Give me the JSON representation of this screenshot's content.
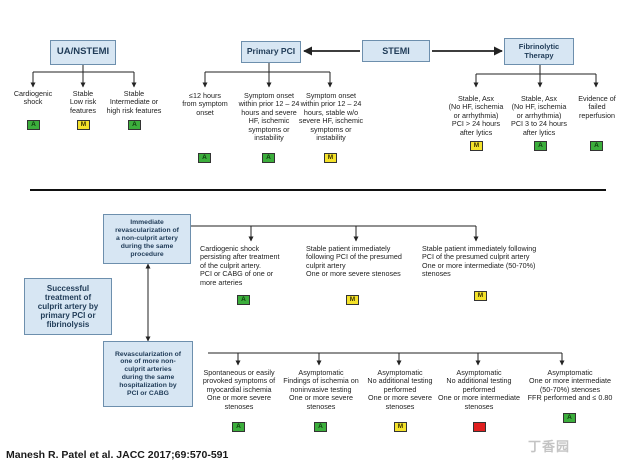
{
  "top": {
    "headers": {
      "ua_nstemi": "UA/NSTEMI",
      "primary_pci": "Primary PCI",
      "stemi": "STEMI",
      "fibrinolytic": "Fibrinolytic\nTherapy"
    },
    "items": [
      {
        "label": "Cardiogenic\nshock",
        "rating": "A",
        "color": "green"
      },
      {
        "label": "Stable\nLow risk\nfeatures",
        "rating": "M",
        "color": "yellow"
      },
      {
        "label": "Stable\nIntermediate or\nhigh risk features",
        "rating": "A",
        "color": "green"
      },
      {
        "label": "≤12 hours\nfrom symptom\nonset",
        "rating": "A",
        "color": "green"
      },
      {
        "label": "Symptom onset\nwithin prior 12 – 24\nhours and severe\nHF, ischemic\nsymptoms or\ninstability",
        "rating": "A",
        "color": "green"
      },
      {
        "label": "Symptom onset\nwithin prior 12 – 24\nhours, stable w/o\nsevere HF, ischemic\nsymptoms or\ninstability",
        "rating": "M",
        "color": "yellow"
      },
      {
        "label": "Stable, Asx\n(No HF, ischemia\nor arrhythmia)\nPCI > 24 hours\nafter lytics",
        "rating": "M",
        "color": "yellow"
      },
      {
        "label": "Stable, Asx\n(No HF, ischemia\nor arrhythmia)\nPCI 3 to 24 hours\nafter lytics",
        "rating": "A",
        "color": "green"
      },
      {
        "label": "Evidence of\nfailed\nreperfusion",
        "rating": "A",
        "color": "green"
      }
    ]
  },
  "bottom": {
    "successful": "Successful\ntreatment of\nculprit artery by\nprimary PCI or\nfibrinolysis",
    "immediate": "Immediate\nrevascularization of\na non-culprit artery\nduring the same\nprocedure",
    "staged": "Revascularization of\none of more non-\nculprit arteries\nduring the same\nhospitalization by\nPCI or CABG",
    "immediate_items": [
      {
        "label": "Cardiogenic shock\npersisting after treatment\nof the culprit artery.\nPCI or CABG of one or\nmore arteries",
        "rating": "A",
        "color": "green"
      },
      {
        "label": "Stable patient immediately\nfollowing PCI of the presumed\nculprit artery\nOne or more severe stenoses",
        "rating": "M",
        "color": "yellow"
      },
      {
        "label": "Stable patient immediately following\nPCI of the presumed culprit artery\nOne or more intermediate (50-70%)\nstenoses",
        "rating": "M",
        "color": "yellow"
      }
    ],
    "staged_items": [
      {
        "label": "Spontaneous or easily\nprovoked symptoms of\nmyocardial ischemia\nOne or more severe\nstenoses",
        "rating": "A",
        "color": "green"
      },
      {
        "label": "Asymptomatic\nFindings of ischemia on\nnoninvasive testing\nOne or more severe\nstenoses",
        "rating": "A",
        "color": "green"
      },
      {
        "label": "Asymptomatic\nNo additional testing\nperformed\nOne or more severe\nstenoses",
        "rating": "M",
        "color": "yellow"
      },
      {
        "label": "Asymptomatic\nNo additional testing\nperformed\nOne or more intermediate\nstenoses",
        "rating": "",
        "color": "red"
      },
      {
        "label": "Asymptomatic\nOne or more intermediate\n(50-70%) stenoses\nFFR performed and ≤ 0.80",
        "rating": "A",
        "color": "green"
      }
    ]
  },
  "citation": "Manesh R. Patel et al. JACC 2017;69:570-591",
  "watermark": "丁香园"
}
